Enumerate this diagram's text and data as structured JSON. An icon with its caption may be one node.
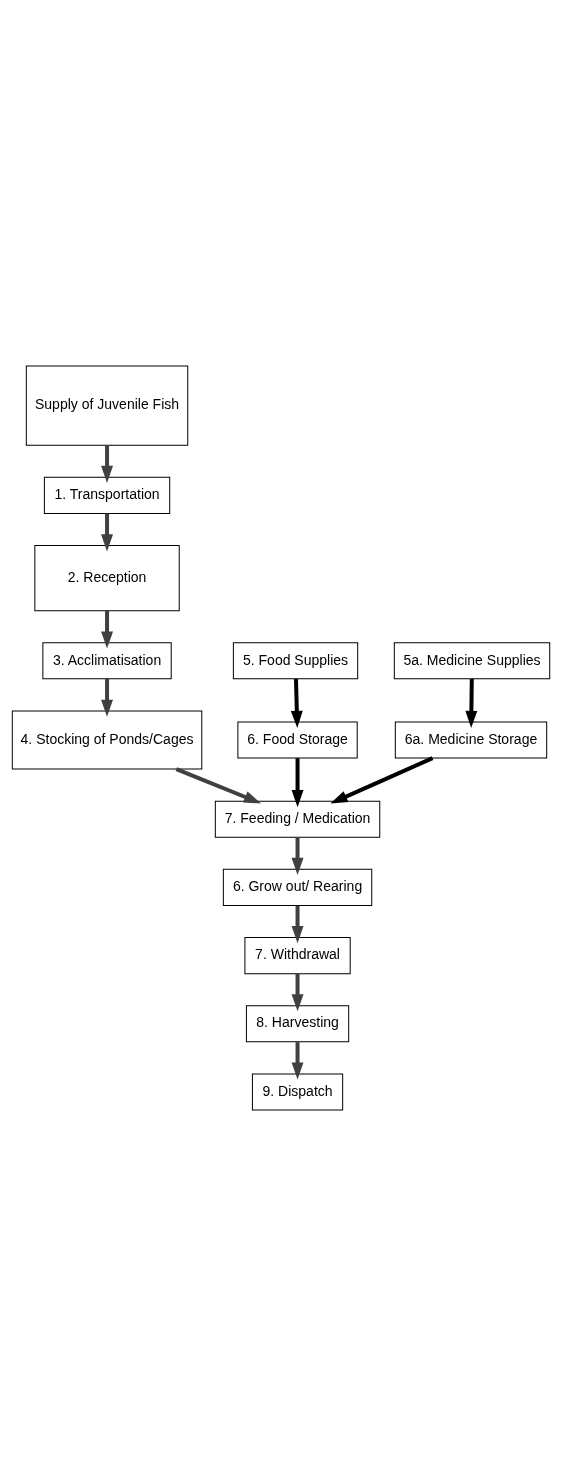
{
  "diagram": {
    "nodes": [
      {
        "text": [
          "Supply of Juvenile Fish"
        ]
      },
      {
        "text": [
          "1. Transportation"
        ]
      },
      {
        "text": [
          "2. Reception"
        ]
      },
      {
        "text": [
          "3. Acclimatisation"
        ]
      },
      {
        "text": [
          "4. Stocking of Ponds/Cages"
        ]
      },
      {
        "text": [
          "5. Food Supplies"
        ]
      },
      {
        "text": [
          "6. Food Storage"
        ]
      },
      {
        "text": [
          "5a. Medicine Supplies"
        ]
      },
      {
        "text": [
          "6a. Medicine Storage"
        ]
      },
      {
        "text": [
          "7. Feeding / Medication"
        ]
      },
      {
        "text": [
          "6. Grow out/ Rearing"
        ]
      },
      {
        "text": [
          "7. Withdrawal"
        ]
      },
      {
        "text": [
          "8. Harvesting"
        ]
      },
      {
        "text": [
          "9. Dispatch"
        ]
      }
    ],
    "edges": [
      {
        "from": 0,
        "to": 1,
        "arrow": "to"
      },
      {
        "from": 1,
        "to": 2,
        "arrow": "to"
      },
      {
        "from": 2,
        "to": 3,
        "arrow": "to"
      },
      {
        "from": 3,
        "to": 4,
        "arrow": "to"
      },
      {
        "from": 4,
        "to": 9,
        "arrow": "to"
      },
      {
        "from": 5,
        "to": 6,
        "arrow": "to",
        "color": "#000000"
      },
      {
        "from": 7,
        "to": 8,
        "arrow": "to",
        "color": "#000000"
      },
      {
        "from": 6,
        "to": 9,
        "arrow": "to",
        "color": "#000000"
      },
      {
        "from": 8,
        "to": 9,
        "arrow": "to",
        "color": "#000000"
      },
      {
        "from": 9,
        "to": 10,
        "arrow": "to"
      },
      {
        "from": 10,
        "to": 11,
        "arrow": "to"
      },
      {
        "from": 11,
        "to": 12,
        "arrow": "to"
      },
      {
        "from": 12,
        "to": 13,
        "arrow": "to"
      }
    ]
  }
}
